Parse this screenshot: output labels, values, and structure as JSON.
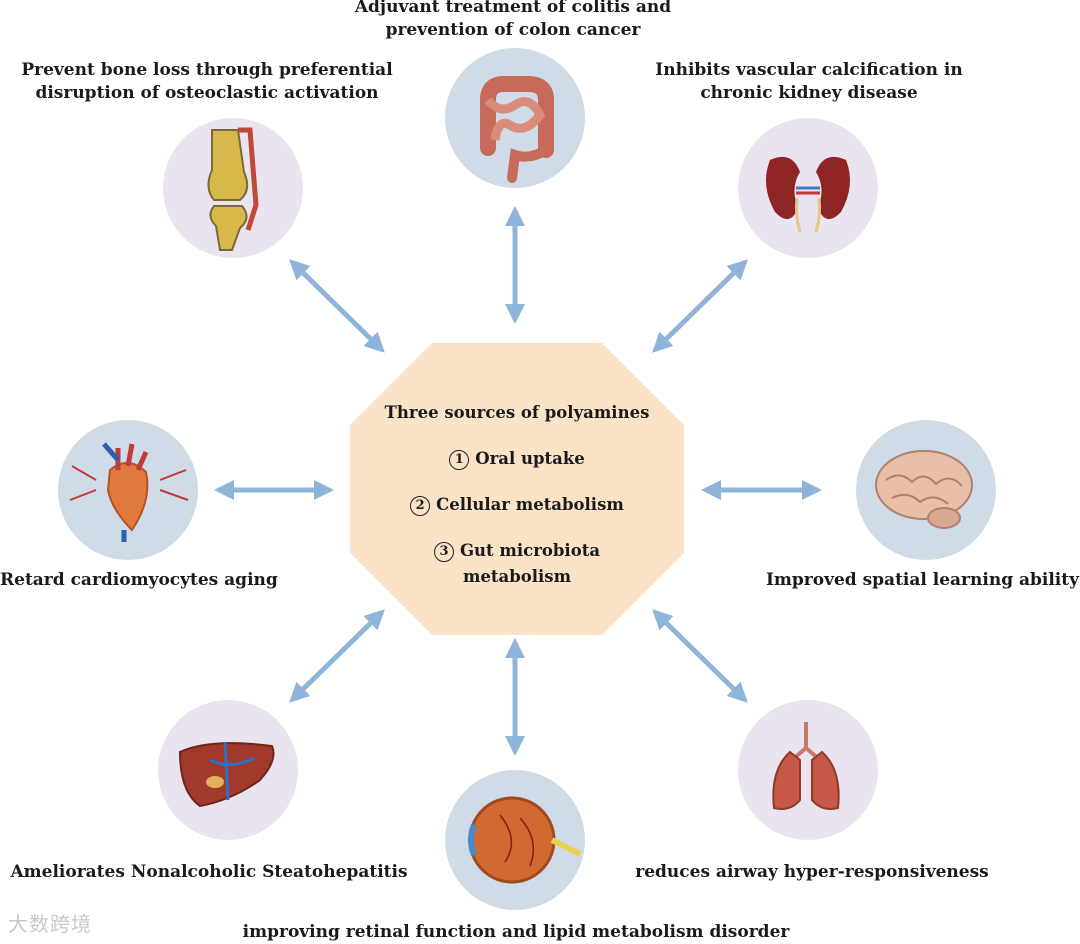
{
  "center": {
    "title": "Three sources of polyamines",
    "sources": [
      {
        "num": "1",
        "text": "Oral uptake"
      },
      {
        "num": "2",
        "text": "Cellular metabolism"
      },
      {
        "num": "3",
        "text": "Gut microbiota metabolism"
      }
    ]
  },
  "effects": [
    {
      "organ": "colon",
      "lines": [
        "Adjuvant treatment of colitis and",
        "prevention of colon cancer"
      ]
    },
    {
      "organ": "kidney",
      "lines": [
        "Inhibits vascular calcification in",
        "chronic kidney disease"
      ]
    },
    {
      "organ": "brain",
      "lines": [
        "Improved spatial learning ability"
      ]
    },
    {
      "organ": "lungs",
      "lines": [
        "reduces airway hyper-responsiveness"
      ]
    },
    {
      "organ": "eye",
      "lines": [
        "improving retinal function and lipid metabolism disorder"
      ]
    },
    {
      "organ": "liver",
      "lines": [
        "Ameliorates Nonalcoholic Steatohepatitis"
      ]
    },
    {
      "organ": "heart",
      "lines": [
        "Retard cardiomyocytes aging"
      ]
    },
    {
      "organ": "bone",
      "lines": [
        "Prevent bone loss through preferential",
        "disruption of osteoclastic activation"
      ]
    }
  ],
  "watermark": "大数跨境",
  "colors": {
    "arrow": "#8fb4d9",
    "center_fill": "#fbe3c8",
    "circle_blue": "#cfdbe6",
    "circle_lavender": "#ece6f1"
  }
}
